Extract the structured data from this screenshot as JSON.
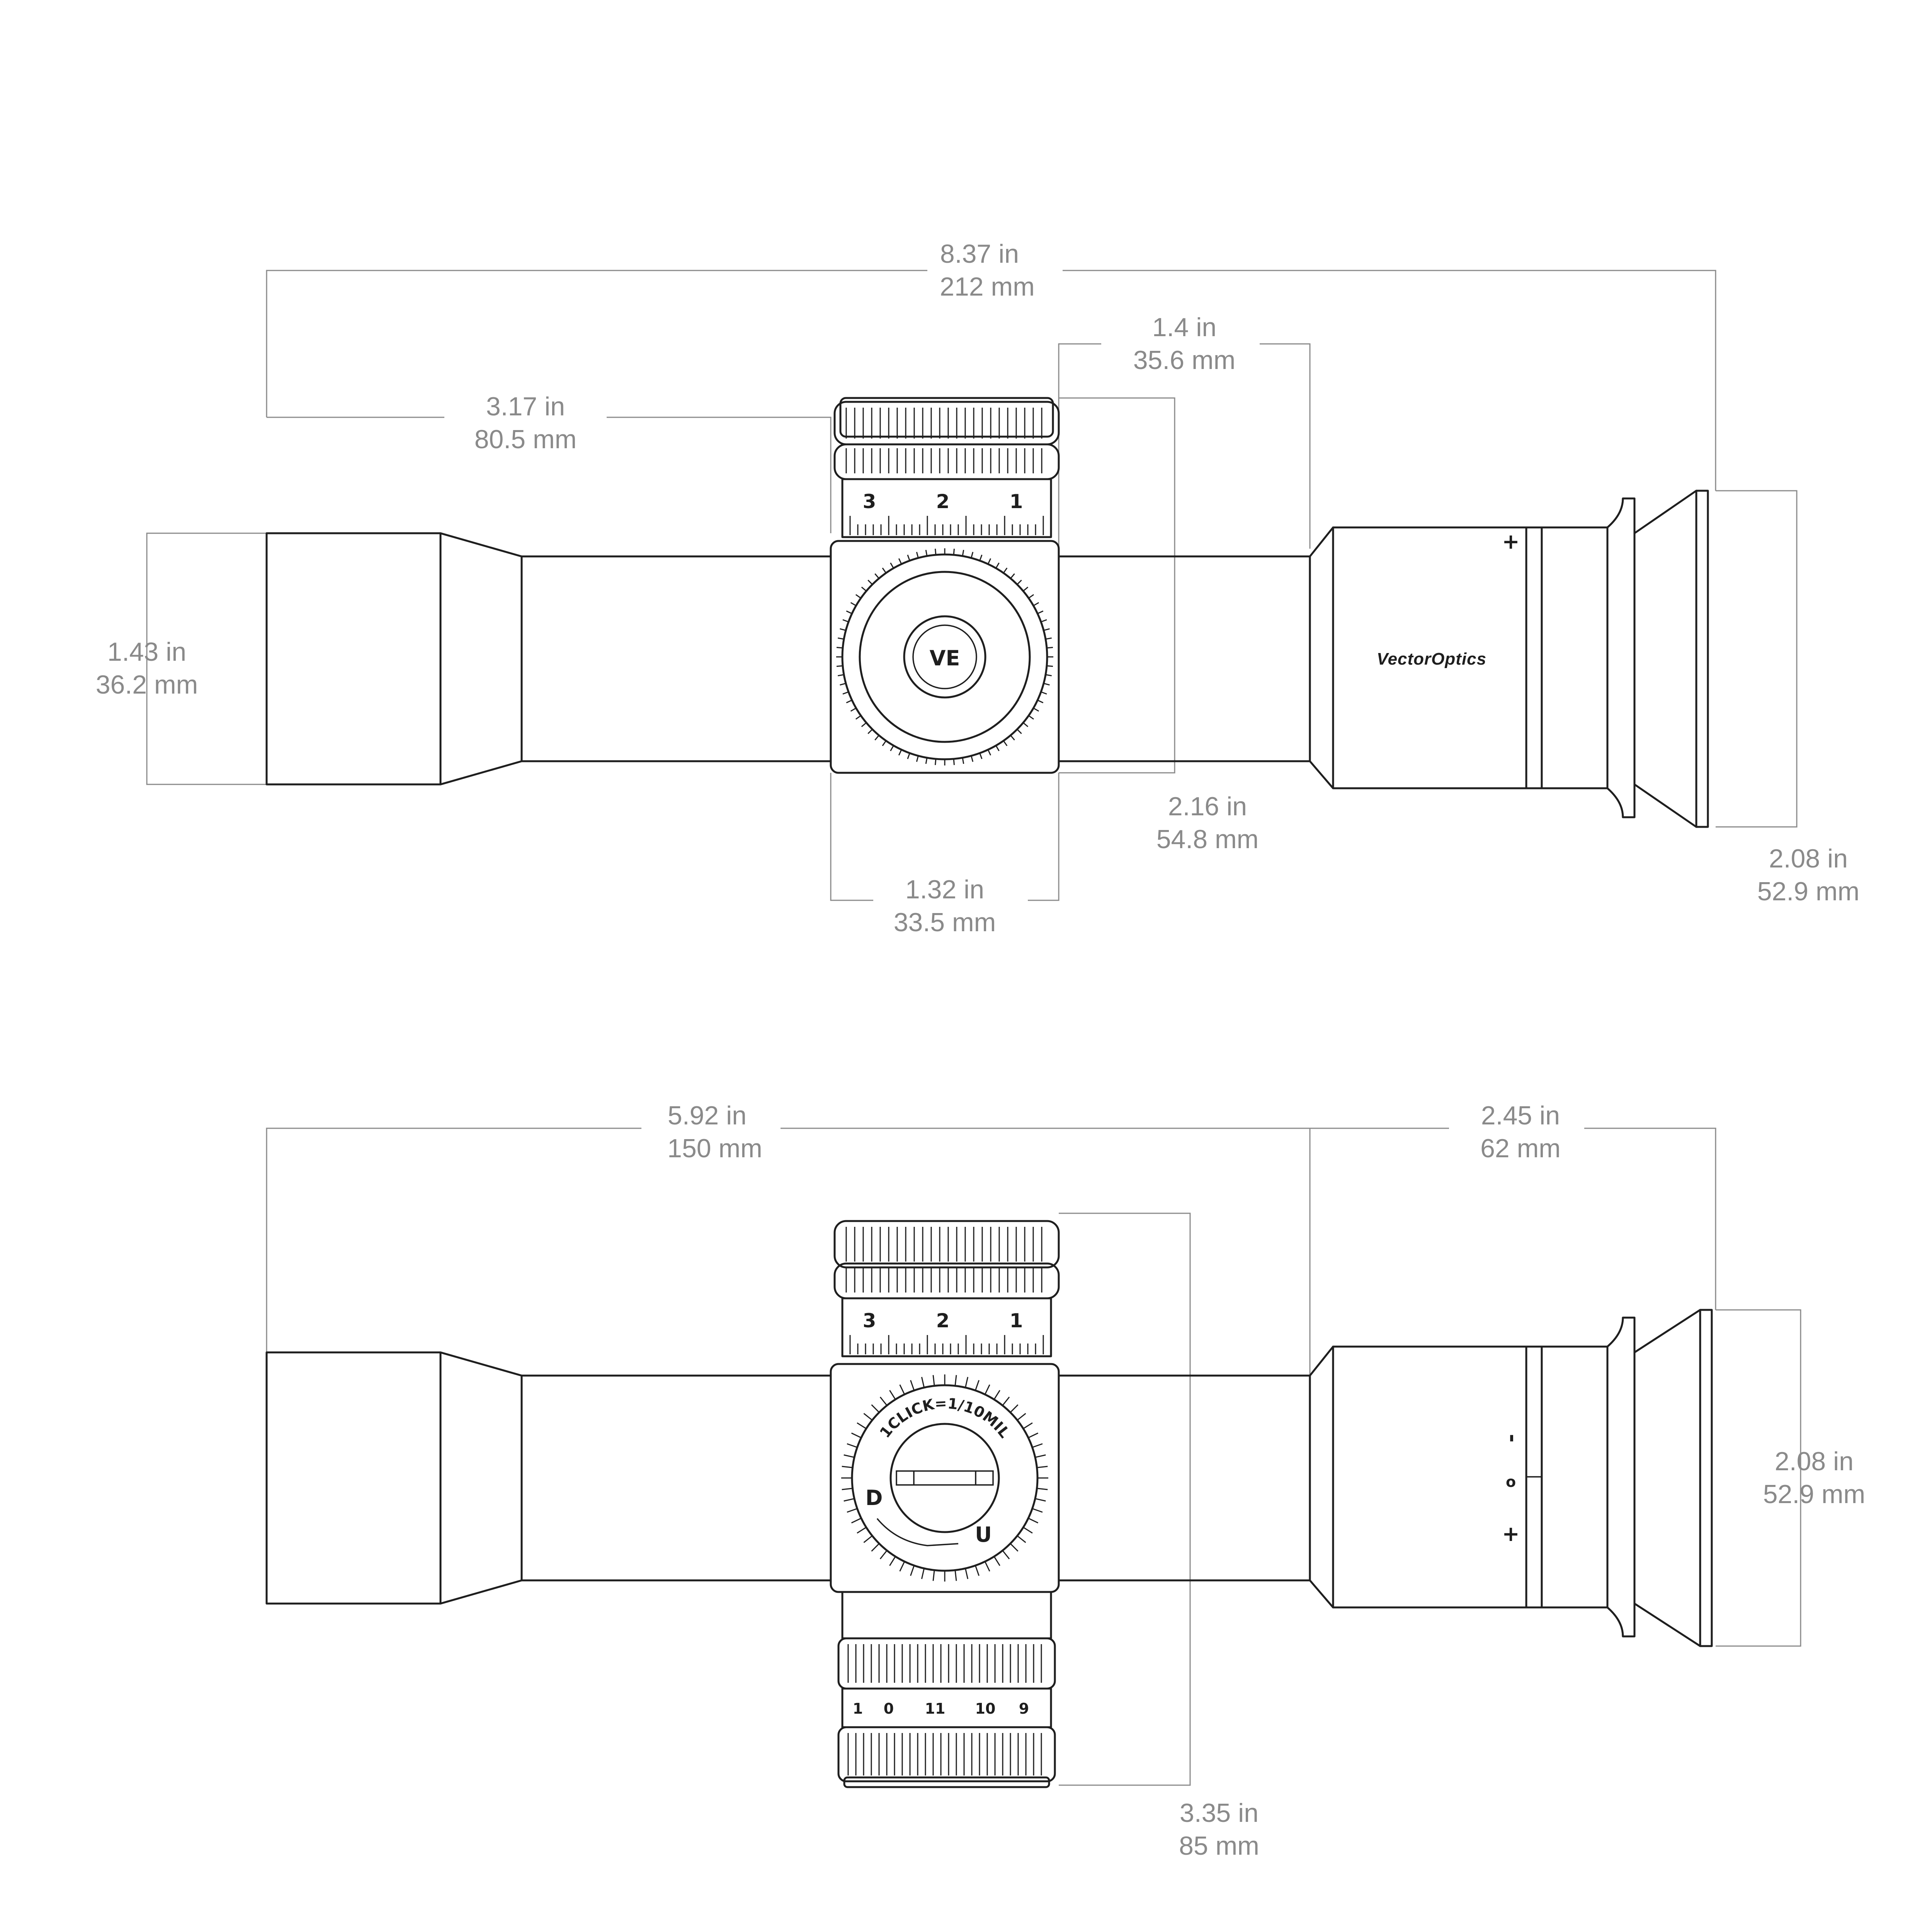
{
  "top_view": {
    "dims": {
      "overall": {
        "in": "8.37 in",
        "mm": "212 mm"
      },
      "objective_to_turret": {
        "in": "3.17 in",
        "mm": "80.5 mm"
      },
      "turret_to_eyepiece": {
        "in": "1.4 in",
        "mm": "35.6 mm"
      },
      "objective_diameter": {
        "in": "1.43 in",
        "mm": "36.2 mm"
      },
      "turret_span": {
        "in": "2.16 in",
        "mm": "54.8 mm"
      },
      "saddle_length": {
        "in": "1.32 in",
        "mm": "33.5 mm"
      },
      "eyepiece_diameter": {
        "in": "2.08 in",
        "mm": "52.9 mm"
      }
    },
    "elevation_scale": [
      "3",
      "2",
      "1"
    ],
    "eyepiece_mark": "+",
    "brand": "VectorOptics",
    "turret_logo": "VE"
  },
  "side_view": {
    "dims": {
      "front_section": {
        "in": "5.92 in",
        "mm": "150 mm"
      },
      "eyepiece_section": {
        "in": "2.45 in",
        "mm": "62 mm"
      },
      "eyepiece_diameter": {
        "in": "2.08 in",
        "mm": "52.9 mm"
      },
      "turret_height": {
        "in": "3.35 in",
        "mm": "85 mm"
      }
    },
    "elevation_scale": [
      "3",
      "2",
      "1"
    ],
    "turret_ring_text": "1CLICK=1/10MIL",
    "direction_d": "D",
    "direction_u": "U",
    "diopter_marks": [
      "-",
      "o",
      "+"
    ],
    "illumination_scale": [
      "1",
      "0",
      "11",
      "10",
      "9"
    ]
  }
}
